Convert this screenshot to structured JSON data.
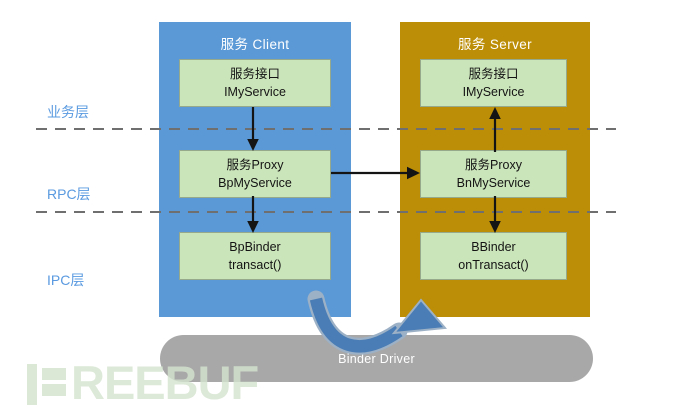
{
  "layers": [
    {
      "label": "业务层"
    },
    {
      "label": "RPC层"
    },
    {
      "label": "IPC层"
    }
  ],
  "client": {
    "title": "服务 Client",
    "boxes": [
      {
        "line1": "服务接口",
        "line2": "IMyService"
      },
      {
        "line1": "服务Proxy",
        "line2": "BpMyService"
      },
      {
        "line1": "BpBinder",
        "line2": "transact()"
      }
    ]
  },
  "server": {
    "title": "服务 Server",
    "boxes": [
      {
        "line1": "服务接口",
        "line2": "IMyService"
      },
      {
        "line1": "服务Proxy",
        "line2": "BnMyService"
      },
      {
        "line1": "BBinder",
        "line2": "onTransact()"
      }
    ]
  },
  "driver": {
    "label": "Binder Driver"
  },
  "watermark": {
    "brand": "FREEBUF",
    "text_part": "REEBUF"
  },
  "connections": [
    {
      "from": "client 服务接口 IMyService",
      "to": "client 服务Proxy BpMyService",
      "direction": "down"
    },
    {
      "from": "client 服务Proxy BpMyService",
      "to": "client BpBinder transact()",
      "direction": "down"
    },
    {
      "from": "client 服务Proxy BpMyService",
      "to": "server 服务Proxy BnMyService",
      "direction": "right"
    },
    {
      "from": "server 服务Proxy BnMyService",
      "to": "server 服务接口 IMyService",
      "direction": "up"
    },
    {
      "from": "server 服务Proxy BnMyService",
      "to": "server BBinder onTransact()",
      "direction": "down"
    },
    {
      "from": "client column",
      "to": "server column",
      "via": "Binder Driver",
      "direction": "curved-up"
    }
  ],
  "colors": {
    "client_fill": "#5b99d6",
    "server_fill": "#bc8e08",
    "box_fill": "#cbe5ba",
    "driver_fill": "#a8a8a8",
    "layer_label": "#5a9ae0",
    "curved_arrow": "#4a7db5"
  }
}
